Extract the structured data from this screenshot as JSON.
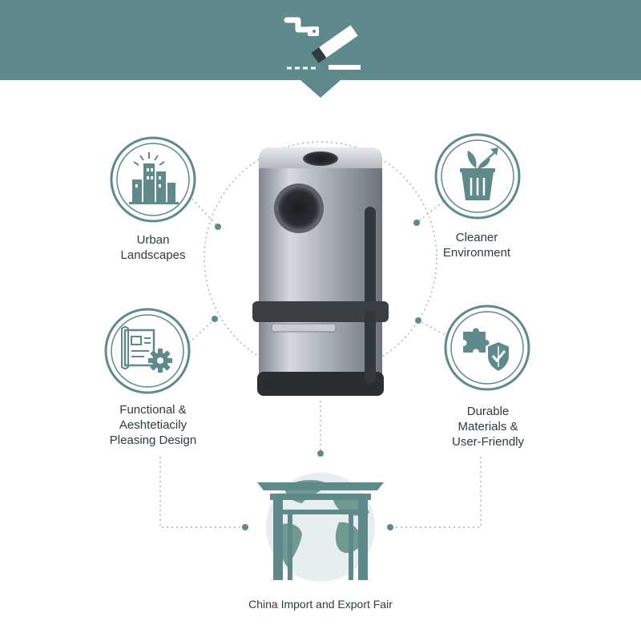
{
  "header": {
    "logo_icon": "cigarette-disposal-icon",
    "accent_color": "#5f8a8b"
  },
  "center": {
    "product_icon": "smart-trash-bin",
    "ring_color": "#9fb8ba"
  },
  "features": [
    {
      "icon": "city-skyline-icon",
      "label": "Urban\nLandscapes"
    },
    {
      "icon": "plant-recycle-bin-icon",
      "label": "Cleaner\nEnvironment"
    },
    {
      "icon": "blueprint-gear-icon",
      "label": "Functional &\nAeshtetiacily\nPleasing Design"
    },
    {
      "icon": "puzzle-shield-icon",
      "label": "Durable\nMaterials &\nUser-Friendly"
    }
  ],
  "footer": {
    "icon": "globe-gate-icon",
    "caption": "China Import and Export Fair"
  }
}
